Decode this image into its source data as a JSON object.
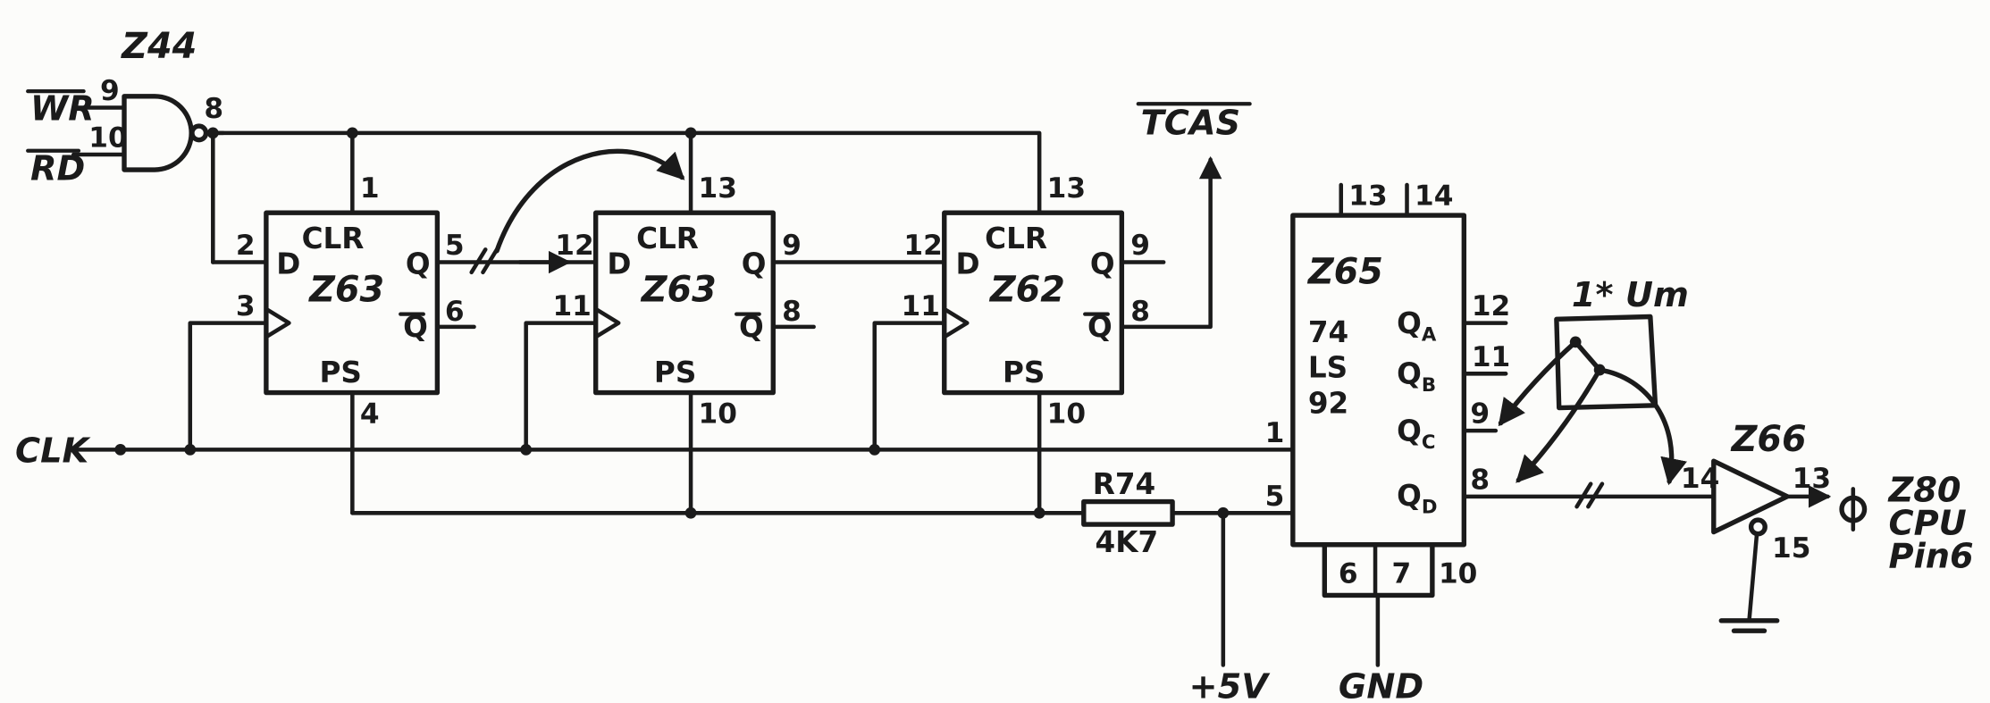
{
  "colors": {
    "ink": "#1b1b1b",
    "paper": "#fcfcfa"
  },
  "nand": {
    "ref": "Z44",
    "in_top": "WR",
    "in_top_pin": "9",
    "in_bot": "RD",
    "in_bot_pin": "10",
    "out_pin": "8"
  },
  "clk": {
    "label": "CLK"
  },
  "tcas": {
    "label": "TCAS"
  },
  "ff1": {
    "pin_clr_top": "1",
    "clr": "CLR",
    "d": "D",
    "d_pin": "2",
    "clk_pin": "3",
    "ref": "Z63",
    "q": "Q",
    "q_pin": "5",
    "qbar": "Q",
    "qbar_pin": "6",
    "ps": "PS",
    "ps_pin": "4"
  },
  "ff2": {
    "pin_clr_top": "13",
    "clr": "CLR",
    "d": "D",
    "d_pin": "12",
    "clk_pin": "11",
    "ref": "Z63",
    "q": "Q",
    "q_pin": "9",
    "qbar": "Q",
    "qbar_pin": "8",
    "ps": "PS",
    "ps_pin": "10"
  },
  "ff3": {
    "pin_clr_top": "13",
    "clr": "CLR",
    "d": "D",
    "d_pin": "12",
    "clk_pin": "11",
    "ref": "Z62",
    "q": "Q",
    "q_pin": "9",
    "qbar": "Q",
    "qbar_pin": "8",
    "ps": "PS",
    "ps_pin": "10"
  },
  "resistor": {
    "ref": "R74",
    "value": "4K7"
  },
  "power": {
    "vcc": "+5V",
    "gnd": "GND"
  },
  "counter": {
    "ref": "Z65",
    "family_1": "74",
    "family_2": "LS",
    "family_3": "92",
    "pin_top_left": "13",
    "pin_top_right": "14",
    "pin_clk": "1",
    "pin_vcc": "5",
    "pin_r1": "6",
    "pin_r2": "7",
    "pin_gnd": "10",
    "qa": {
      "letter": "Q",
      "sub": "A",
      "pin": "12"
    },
    "qb": {
      "letter": "Q",
      "sub": "B",
      "pin": "11"
    },
    "qc": {
      "letter": "Q",
      "sub": "C",
      "pin": "9"
    },
    "qd": {
      "letter": "Q",
      "sub": "D",
      "pin": "8"
    }
  },
  "mod": {
    "label": "1* Um"
  },
  "buffer": {
    "ref": "Z66",
    "pin_in": "14",
    "pin_out": "13",
    "pin_en": "15"
  },
  "cpu": {
    "line1": "Z80",
    "line2": "CPU",
    "line3": "Pin6"
  }
}
